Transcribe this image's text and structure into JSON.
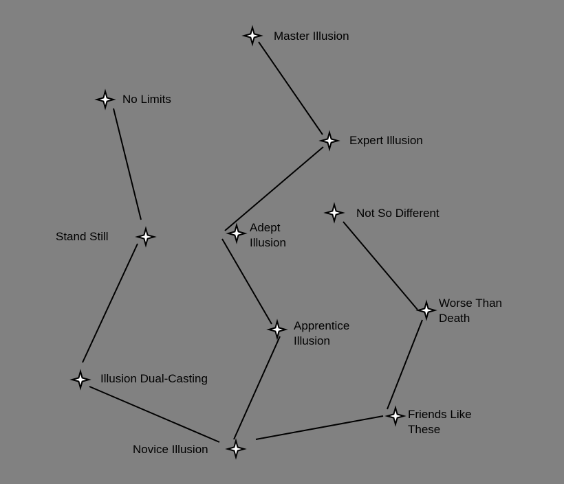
{
  "perks": {
    "master_illusion": "Master Illusion",
    "no_limits": "No Limits",
    "expert_illusion": "Expert Illusion",
    "not_so_different": "Not So Different",
    "stand_still": "Stand Still",
    "adept_illusion": [
      "Adept",
      "Illusion"
    ],
    "worse_than_death": [
      "Worse Than",
      "Death"
    ],
    "apprentice_illusion": [
      "Apprentice",
      "Illusion"
    ],
    "illusion_dual_casting": "Illusion Dual-Casting",
    "friends_like_these": [
      "Friends Like",
      "These"
    ],
    "novice_illusion": "Novice Illusion"
  },
  "colors": {
    "background": "#818181",
    "line": "#000000",
    "star_fill": "#ffffff",
    "text": "#000000"
  },
  "icons": {
    "perk_node": "four-point-star-icon"
  }
}
